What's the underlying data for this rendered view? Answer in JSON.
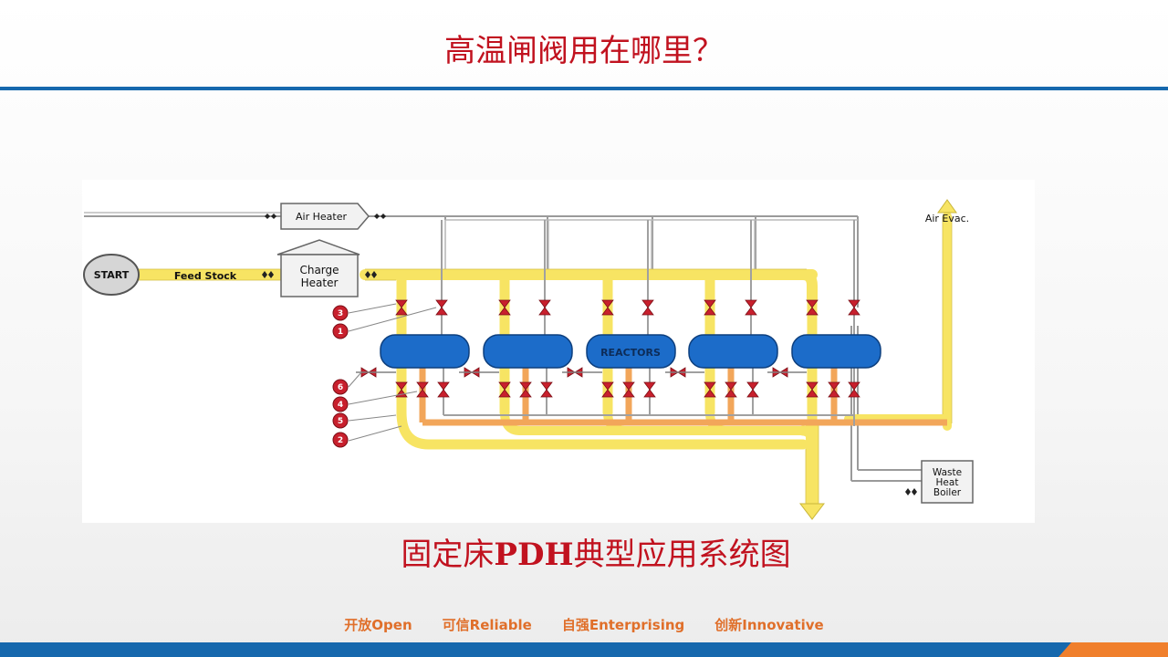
{
  "header": {
    "title": "高温闸阀用在哪里？"
  },
  "diagram": {
    "labels": {
      "air_heater": "Air Heater",
      "air_evac": "Air  Evac.",
      "start": "START",
      "feed_stock": "Feed Stock",
      "charge_heater_line1": "Charge",
      "charge_heater_line2": "Heater",
      "reactors": "REACTORS",
      "waste_line1": "Waste",
      "waste_line2": "Heat",
      "waste_line3": "Boiler"
    },
    "valve_numbers": [
      "3",
      "1",
      "6",
      "4",
      "5",
      "2"
    ]
  },
  "caption": {
    "part1": "固定床",
    "part2": "PDH",
    "part3": "典型应用系统图"
  },
  "values": [
    "开放Open",
    "可信Reliable",
    "自强Enterprising",
    "创新Innovative"
  ],
  "colors": {
    "title_red": "#c1121f",
    "rule_blue": "#1668ad",
    "accent_orange": "#f07f2c",
    "yellow_line": "#f7e463",
    "orange_line": "#f2a65a",
    "reactor_blue": "#1c6cc9",
    "valve_red": "#c8202d"
  }
}
